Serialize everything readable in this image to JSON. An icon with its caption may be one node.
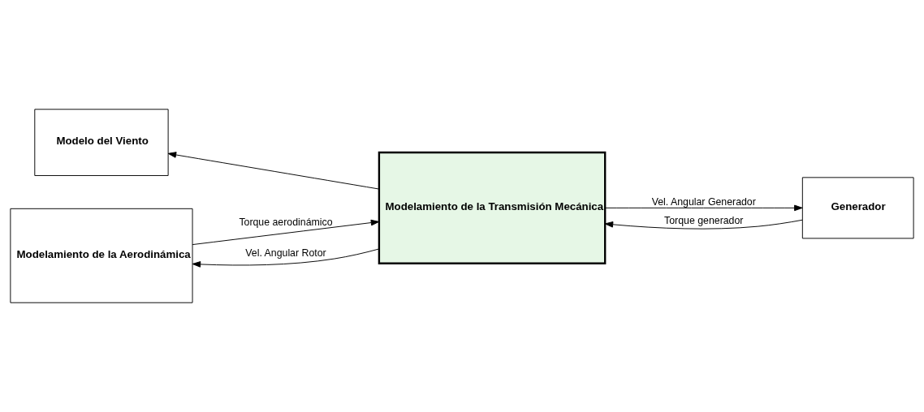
{
  "diagram": {
    "nodes": [
      {
        "text": [
          "Modelo del Viento"
        ]
      },
      {
        "text": [
          "Modelamiento de la Aerodinámica"
        ]
      },
      {
        "text": [
          "Modelamiento de la Transmisión Mecánica"
        ]
      },
      {
        "text": [
          "Generador"
        ]
      }
    ],
    "edges": [
      {
        "from": 2,
        "to": 1,
        "arrow": "to",
        "label": "Vel. Angular Rotor"
      },
      {
        "from": 2,
        "to": 0,
        "arrow": "to"
      },
      {
        "from": 1,
        "to": 2,
        "arrow": "to",
        "label": "Torque aerodinámico"
      },
      {
        "from": 2,
        "to": 3,
        "arrow": "to",
        "label": "Vel. Angular Generador"
      },
      {
        "from": 3,
        "to": 2,
        "arrow": "to",
        "label": "Torque generador"
      }
    ]
  }
}
